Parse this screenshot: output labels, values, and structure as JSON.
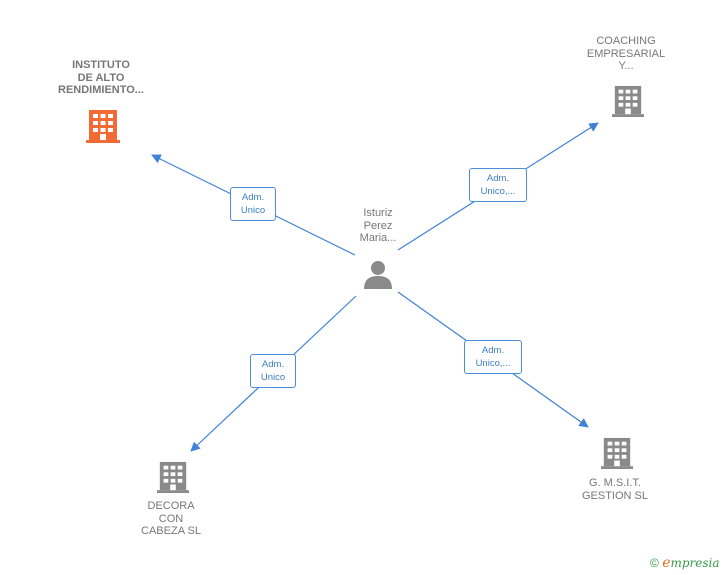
{
  "center": {
    "label_lines": [
      "Isturiz",
      "Perez",
      "Maria..."
    ],
    "icon": "person-icon",
    "color": "#8a8a8a"
  },
  "companies": [
    {
      "label_lines": [
        "INSTITUTO",
        "DE ALTO",
        "RENDIMIENTO..."
      ],
      "icon": "building-icon",
      "color": "#f26a35",
      "highlight": true
    },
    {
      "label_lines": [
        "COACHING",
        "EMPRESARIAL",
        "Y..."
      ],
      "icon": "building-icon",
      "color": "#8a8a8a"
    },
    {
      "label_lines": [
        "DECORA",
        "CON",
        "CABEZA SL"
      ],
      "icon": "building-icon",
      "color": "#8a8a8a"
    },
    {
      "label_lines": [
        "G. M.S.I.T.",
        "GESTION SL"
      ],
      "icon": "building-icon",
      "color": "#8a8a8a"
    }
  ],
  "relations": [
    {
      "lines": [
        "Adm.",
        "Unico"
      ]
    },
    {
      "lines": [
        "Adm.",
        "Unico,..."
      ]
    },
    {
      "lines": [
        "Adm.",
        "Unico"
      ]
    },
    {
      "lines": [
        "Adm.",
        "Unico,..."
      ]
    }
  ],
  "edge_color": "#3f82d6",
  "footer": {
    "copyright_symbol": "©",
    "brand_initial": "e",
    "brand_rest": "mpresia"
  }
}
